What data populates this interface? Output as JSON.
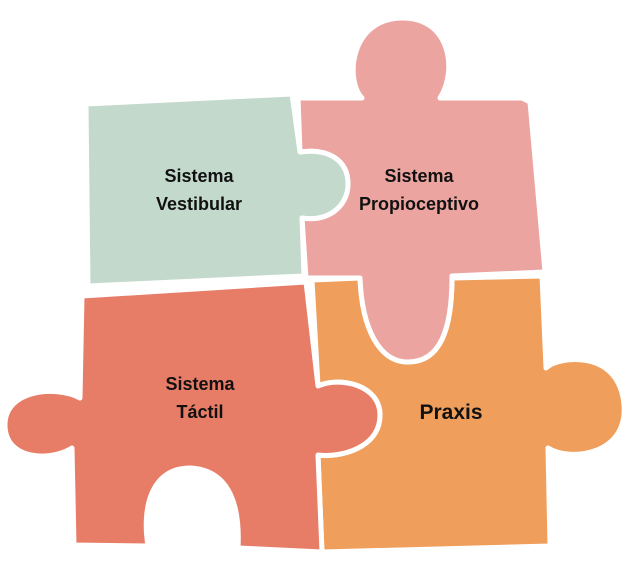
{
  "pieces": [
    {
      "id": "vestibular",
      "lines": [
        "Sistema",
        "Vestibular"
      ],
      "color": "#c3d9cc"
    },
    {
      "id": "propioceptivo",
      "lines": [
        "Sistema",
        "Propioceptivo"
      ],
      "color": "#eca4a1"
    },
    {
      "id": "tactil",
      "lines": [
        "Sistema",
        "Táctil"
      ],
      "color": "#e77c67"
    },
    {
      "id": "praxis",
      "lines": [
        "Praxis"
      ],
      "color": "#ef9e5b"
    }
  ]
}
